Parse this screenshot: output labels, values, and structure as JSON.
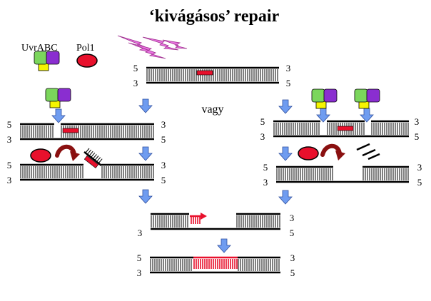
{
  "title": "‘kivágásos’ repair",
  "middle_word": "vagy",
  "enzymes": {
    "uvrabc": "UvrABC",
    "pol1": "Pol1"
  },
  "strand_ends": {
    "five": "5",
    "three": "3"
  },
  "colors": {
    "damage_red": "#e8102c",
    "pol1_red": "#e8102c",
    "uvrA_green": "#7bd65c",
    "uvrB_purple": "#8a2ed0",
    "uvrC_yellow": "#f5f500",
    "arrow_blue": "#6f9cf0",
    "uv_flash": "#e874e0",
    "new_dna_red": "#e8102c",
    "curl_arrow": "#8a1010"
  },
  "icons": [
    "uv-lightning-icon",
    "uvrabc-complex-icon",
    "pol1-enzyme-icon",
    "process-arrow-icon",
    "curved-arrow-icon",
    "excised-fragment-icon"
  ]
}
